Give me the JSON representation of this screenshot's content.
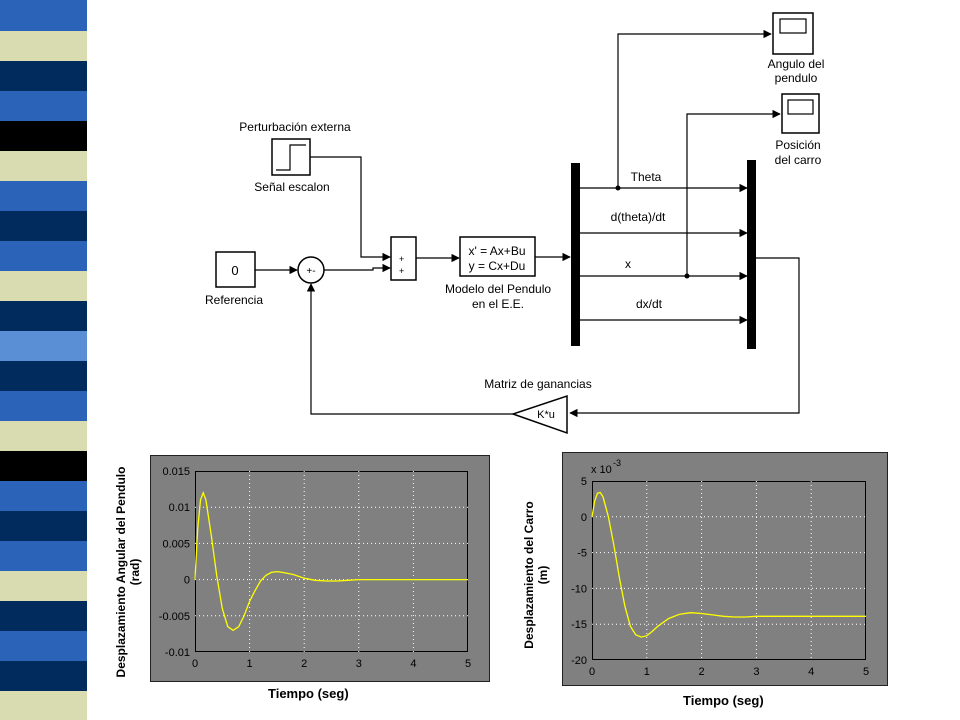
{
  "diagram": {
    "reference_value": "0",
    "reference_label": "Referencia",
    "disturbance_title": "Perturbación externa",
    "step_label": "Señal escalon",
    "sum_signs": "+-",
    "mux_signs": [
      "+",
      "+"
    ],
    "model_eq1": "x' = Ax+Bu",
    "model_eq2": "y = Cx+Du",
    "model_label1": "Modelo del Pendulo",
    "model_label2": "en el E.E.",
    "signals": [
      "Theta",
      "d(theta)/dt",
      "x",
      "dx/dt"
    ],
    "scope1_label1": "Angulo del",
    "scope1_label2": "pendulo",
    "scope2_label1": "Posición",
    "scope2_label2": "del carro",
    "gain_value": "K*u",
    "gain_label": "Matriz de ganancias"
  },
  "colors": {
    "plot_bg": "#808080",
    "curve": "#ffff00",
    "stripe_dark": "#002b5c",
    "stripe_mid": "#2b63b8",
    "stripe_light": "#d8dcb0"
  },
  "chart_data": [
    {
      "type": "line",
      "ylabel_line1": "Desplazamiento Angular del Pendulo",
      "ylabel_line2": "(rad)",
      "xlabel": "Tiempo (seg)",
      "xlim": [
        0,
        5
      ],
      "ylim": [
        -0.01,
        0.015
      ],
      "xticks": [
        0,
        1,
        2,
        3,
        4,
        5
      ],
      "xtick_labels": [
        "0",
        "1",
        "2",
        "3",
        "4",
        "5"
      ],
      "yticks": [
        -0.01,
        -0.005,
        0,
        0.005,
        0.01,
        0.015
      ],
      "ytick_labels": [
        "-0.01",
        "-0.005",
        "0",
        "0.005",
        "0.01",
        "0.015"
      ],
      "grid": true,
      "x": [
        0,
        0.05,
        0.1,
        0.15,
        0.2,
        0.3,
        0.4,
        0.5,
        0.6,
        0.7,
        0.8,
        0.9,
        1.0,
        1.1,
        1.2,
        1.3,
        1.4,
        1.5,
        1.6,
        1.8,
        2.0,
        2.2,
        2.4,
        2.6,
        2.8,
        3.0,
        3.5,
        4.0,
        4.5,
        5.0
      ],
      "y": [
        0,
        0.007,
        0.011,
        0.012,
        0.011,
        0.006,
        0.0005,
        -0.004,
        -0.0065,
        -0.007,
        -0.0065,
        -0.005,
        -0.003,
        -0.0015,
        -0.0002,
        0.0006,
        0.001,
        0.0011,
        0.001,
        0.0007,
        0.0002,
        -0.0001,
        -0.0002,
        -0.0002,
        -0.0001,
        0,
        0,
        0,
        0,
        0
      ]
    },
    {
      "type": "line",
      "ylabel_line1": "Desplazamiento del Carro",
      "ylabel_line2": "(m)",
      "xlabel": "Tiempo (seg)",
      "scale_label": "x 10",
      "scale_exponent": "-3",
      "xlim": [
        0,
        5
      ],
      "ylim": [
        -20,
        5
      ],
      "xticks": [
        0,
        1,
        2,
        3,
        4,
        5
      ],
      "xtick_labels": [
        "0",
        "1",
        "2",
        "3",
        "4",
        "5"
      ],
      "yticks": [
        -20,
        -15,
        -10,
        -5,
        0,
        5
      ],
      "ytick_labels": [
        "-20",
        "-15",
        "-10",
        "-5",
        "0",
        "5"
      ],
      "grid": true,
      "x": [
        0,
        0.05,
        0.1,
        0.15,
        0.2,
        0.3,
        0.4,
        0.5,
        0.6,
        0.7,
        0.8,
        0.9,
        1.0,
        1.1,
        1.2,
        1.4,
        1.6,
        1.8,
        2.0,
        2.2,
        2.4,
        2.6,
        2.8,
        3.0,
        3.5,
        4.0,
        4.5,
        5.0
      ],
      "y": [
        0,
        2.2,
        3.3,
        3.4,
        2.8,
        0,
        -4,
        -8.5,
        -12.5,
        -15.3,
        -16.5,
        -16.8,
        -16.6,
        -16.0,
        -15.3,
        -14.2,
        -13.6,
        -13.4,
        -13.5,
        -13.7,
        -13.9,
        -14.0,
        -14.0,
        -13.9,
        -13.9,
        -13.9,
        -13.9,
        -13.9
      ]
    }
  ]
}
